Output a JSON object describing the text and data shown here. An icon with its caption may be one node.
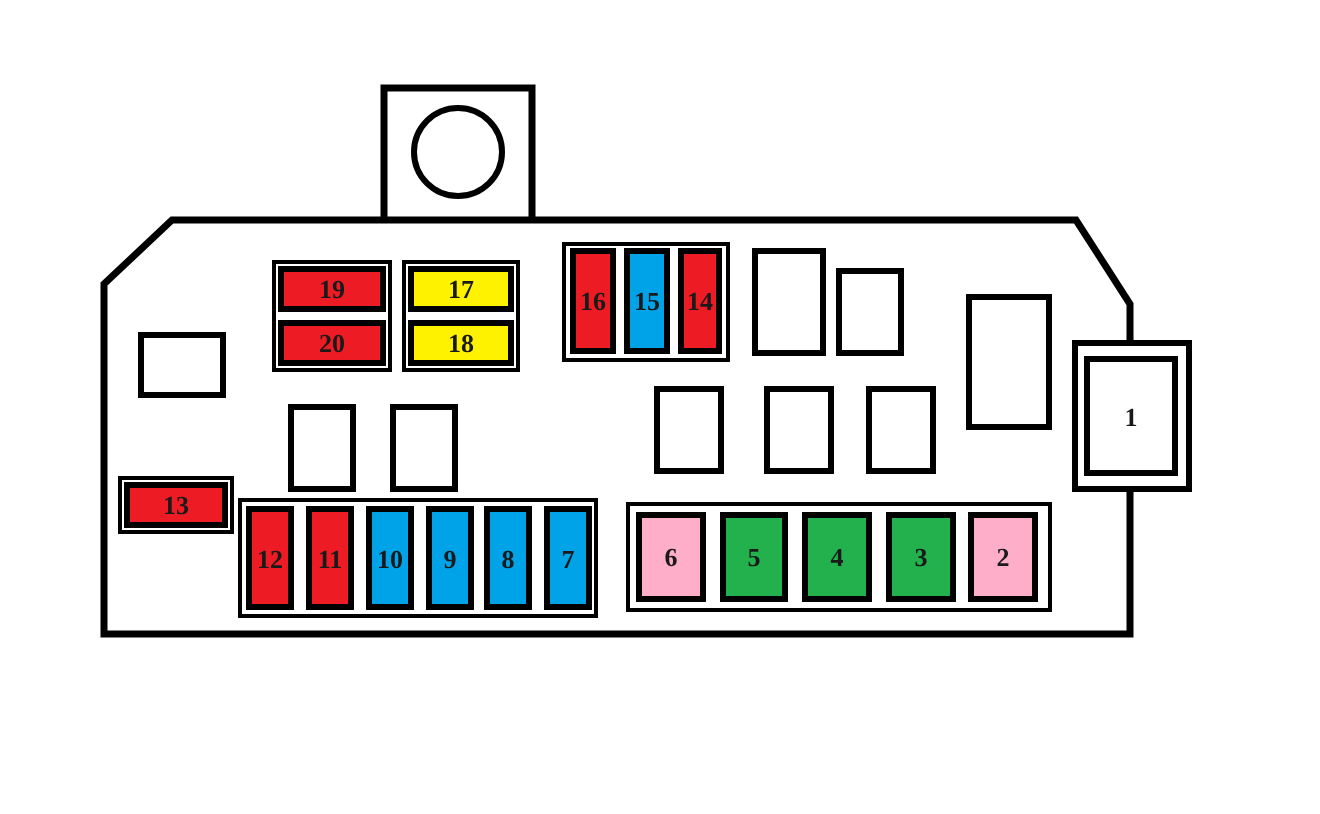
{
  "diagram": {
    "nodes": [
      {
        "text": [
          "19"
        ]
      },
      {
        "text": [
          "17"
        ]
      },
      {
        "text": [
          "16"
        ]
      },
      {
        "text": [
          "15"
        ]
      },
      {
        "text": [
          "14"
        ]
      },
      {
        "text": [],
        "shape": "box"
      },
      {
        "text": [],
        "shape": "box"
      },
      {
        "text": [
          "20"
        ]
      },
      {
        "text": [
          "18"
        ]
      },
      {
        "text": [],
        "shape": "box"
      },
      {
        "text": [],
        "shape": "box"
      },
      {
        "text": [
          "1"
        ]
      },
      {
        "text": [],
        "shape": "box"
      },
      {
        "text": [],
        "shape": "box"
      },
      {
        "text": [],
        "shape": "box"
      },
      {
        "text": [],
        "shape": "box"
      },
      {
        "text": [],
        "shape": "box"
      },
      {
        "text": [
          "13"
        ]
      },
      {
        "text": [
          "12"
        ]
      },
      {
        "text": [
          "11"
        ]
      },
      {
        "text": [
          "10"
        ]
      },
      {
        "text": [
          "9"
        ]
      },
      {
        "text": [
          "8"
        ]
      },
      {
        "text": [
          "7"
        ]
      },
      {
        "text": [
          "6"
        ]
      },
      {
        "text": [
          "5"
        ]
      },
      {
        "text": [
          "4"
        ]
      },
      {
        "text": [
          "3"
        ]
      },
      {
        "text": [
          "2"
        ]
      }
    ]
  }
}
